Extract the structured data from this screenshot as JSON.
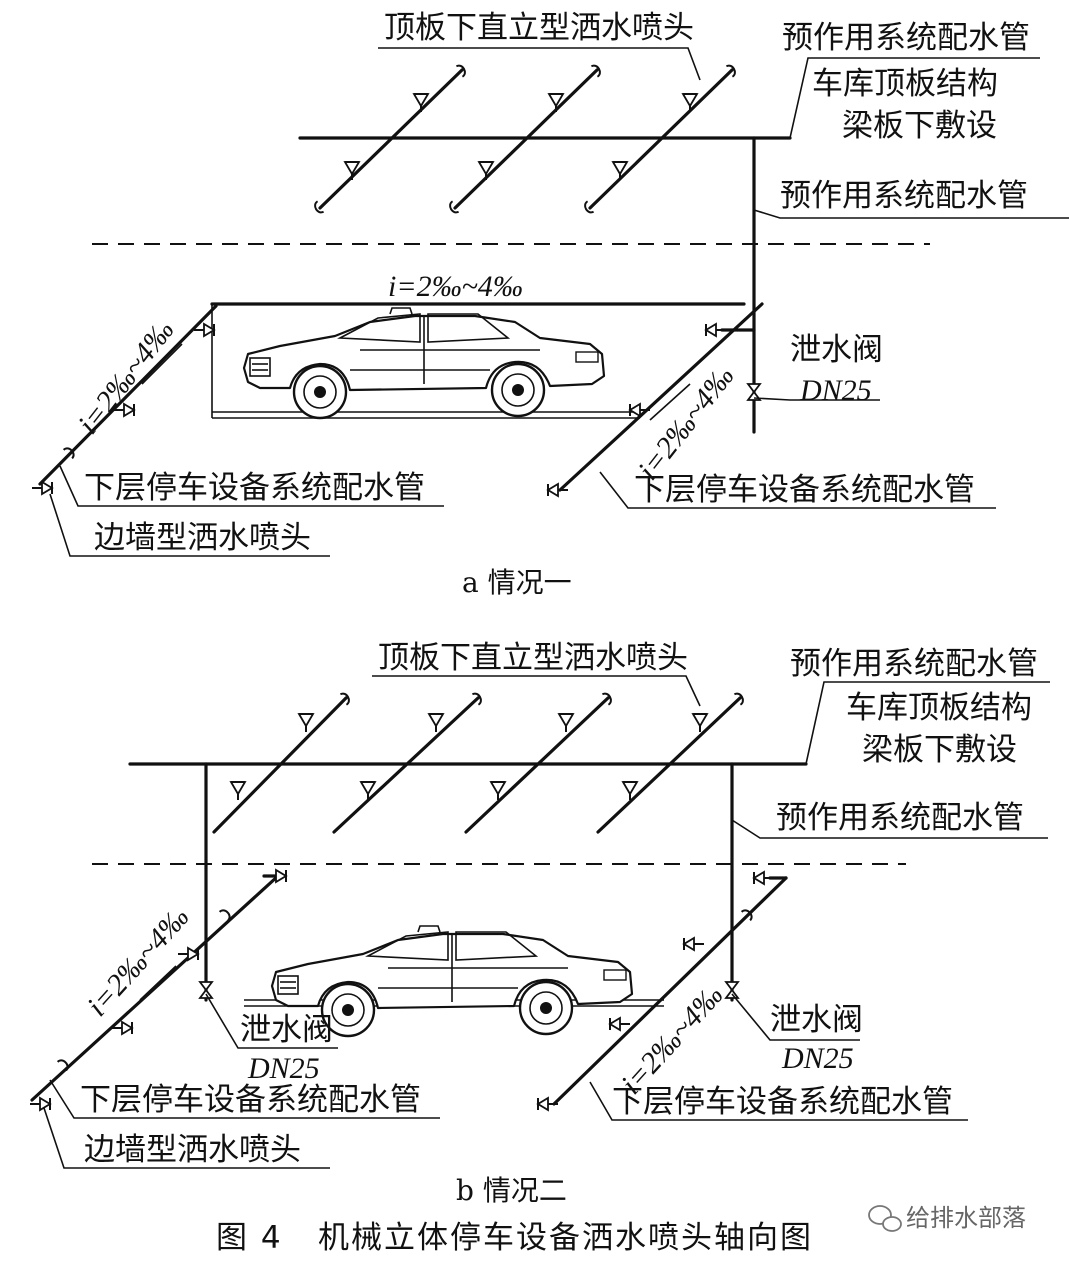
{
  "figure": {
    "number": "图 4",
    "title": "机械立体停车设备洒水喷头轴向图",
    "watermark": "给排水部落"
  },
  "panel_a": {
    "caption": "a 情况一",
    "ceiling_sprinkler": "顶板下直立型洒水喷头",
    "main_pipe_line1": "预作用系统配水管",
    "main_pipe_line2": "车库顶板结构",
    "main_pipe_line3": "梁板下敷设",
    "riser_pipe": "预作用系统配水管",
    "slope_top": "i=2‰~4‰",
    "slope_left": "i=2‰~4‰",
    "slope_right": "i=2‰~4‰",
    "drain_valve": "泄水阀",
    "drain_valve_size": "DN25",
    "lower_pipe_left": "下层停车设备系统配水管",
    "lower_pipe_right": "下层停车设备系统配水管",
    "sidewall_sprinkler": "边墙型洒水喷头"
  },
  "panel_b": {
    "caption": "b 情况二",
    "ceiling_sprinkler": "顶板下直立型洒水喷头",
    "main_pipe_line1": "预作用系统配水管",
    "main_pipe_line2": "车库顶板结构",
    "main_pipe_line3": "梁板下敷设",
    "riser_pipe": "预作用系统配水管",
    "slope_left": "i=2‰~4‰",
    "slope_right": "i=2‰~4‰",
    "drain_valve_left": "泄水阀",
    "drain_valve_left_size": "DN25",
    "drain_valve_right": "泄水阀",
    "drain_valve_right_size": "DN25",
    "lower_pipe_left": "下层停车设备系统配水管",
    "lower_pipe_right": "下层停车设备系统配水管",
    "sidewall_sprinkler": "边墙型洒水喷头"
  }
}
